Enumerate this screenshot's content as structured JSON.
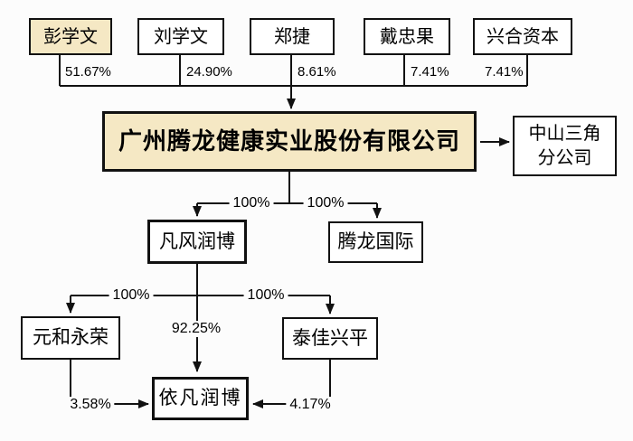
{
  "diagram": {
    "shareholders": [
      {
        "name": "彭学文",
        "percent": "51.67%",
        "highlighted": true
      },
      {
        "name": "刘学文",
        "percent": "24.90%",
        "highlighted": false
      },
      {
        "name": "郑捷",
        "percent": "8.61%",
        "highlighted": false
      },
      {
        "name": "戴忠果",
        "percent": "7.41%",
        "highlighted": false
      },
      {
        "name": "兴合资本",
        "percent": "7.41%",
        "highlighted": false
      }
    ],
    "parent_company": {
      "name": "广州腾龙健康实业股份有限公司"
    },
    "branch_office": {
      "line1": "中山三角",
      "line2": "分公司"
    },
    "tier1_subsidiaries": [
      {
        "name": "凡风润博",
        "percent": "100%"
      },
      {
        "name": "腾龙国际",
        "percent": "100%"
      }
    ],
    "tier2_subsidiaries": [
      {
        "name": "元和永荣",
        "percent": "100%"
      },
      {
        "name": "泰佳兴平",
        "percent": "100%"
      }
    ],
    "tier3_subsidiary": {
      "name": "依凡润博",
      "percent_from_fanfeng": "92.25%",
      "percent_from_yuanhe": "3.58%",
      "percent_from_taijia": "4.17%"
    },
    "colors": {
      "highlight_fill": "#F5E8C4",
      "box_border": "#111111",
      "connector_line": "#111111",
      "background": "#FCFCFC"
    }
  }
}
